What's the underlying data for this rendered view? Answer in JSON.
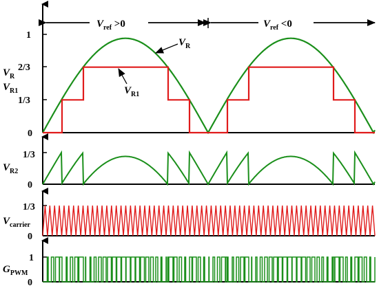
{
  "colors": {
    "axis": "#000000",
    "sine": "#1a8f1a",
    "step": "#e01a1a",
    "carrier": "#e01a1a",
    "pwm": "#1a8f1a"
  },
  "panel1": {
    "ticks": [
      "1",
      "2/3",
      "1/3",
      "0"
    ],
    "ylabel_line1": {
      "sym": "V",
      "sub": "R"
    },
    "ylabel_line2": {
      "sym": "V",
      "sub": "R1"
    },
    "region_left": {
      "sym": "V",
      "sub": "ref",
      "rest": " >0"
    },
    "region_right": {
      "sym": "V",
      "sub": "ref",
      "rest": " <0"
    },
    "label_sine": {
      "sym": "V",
      "sub": "R"
    },
    "label_step": {
      "sym": "V",
      "sub": "R1"
    }
  },
  "panel2": {
    "ticks": [
      "1/3",
      "0"
    ],
    "ylabel": {
      "sym": "V",
      "sub": "R2"
    }
  },
  "panel3": {
    "ticks": [
      "1/3",
      "0"
    ],
    "ylabel": {
      "sym": "V",
      "sub": "carrier"
    }
  },
  "panel4": {
    "ticks": [
      "1",
      "0"
    ],
    "ylabel": {
      "sym": "G",
      "sub": "PWM"
    }
  }
}
